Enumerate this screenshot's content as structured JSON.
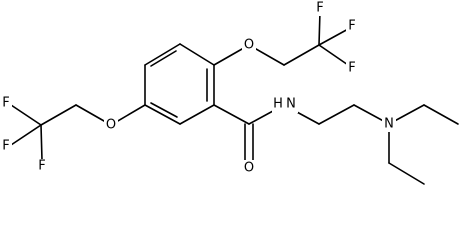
{
  "structure": {
    "atoms": {
      "o_ring_top": "O",
      "f_top_1": "F",
      "f_top_2": "F",
      "f_top_3": "F",
      "o_ring_left": "O",
      "f_left_1": "F",
      "f_left_2": "F",
      "f_left_3": "F",
      "amide_n": "N",
      "amide_h": "H",
      "carbonyl_o": "O",
      "amine_n": "N"
    }
  },
  "colors": {
    "bond": "#000000",
    "label": "#000000",
    "background": "#ffffff"
  }
}
